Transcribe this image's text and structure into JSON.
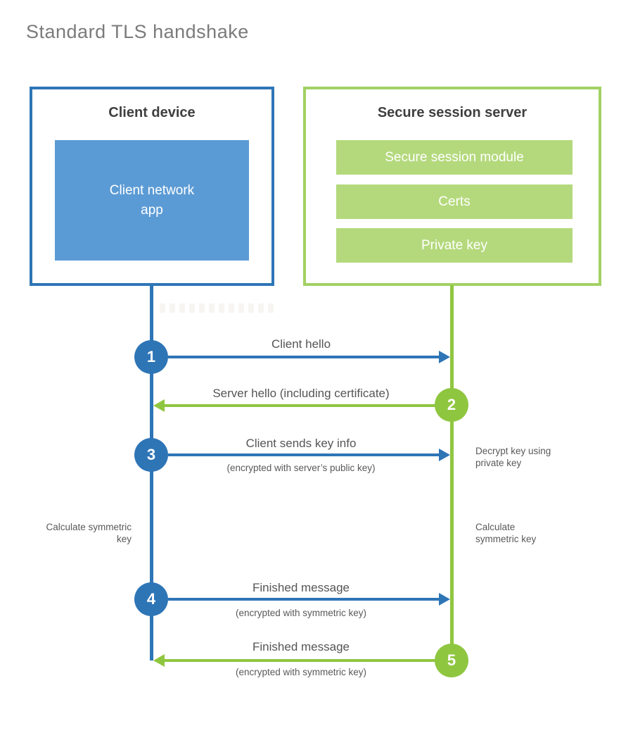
{
  "title": "Standard TLS handshake",
  "palette": {
    "blue_dark": "#2e75b6",
    "blue_fill": "#5b9bd5",
    "green_line": "#8fc640",
    "green_fill": "#b4d97c",
    "green_border": "#a2d164",
    "heading_text": "#3f3f3f",
    "label_text": "#595959",
    "title_text": "#7b7b7b"
  },
  "client_box": {
    "title": "Client device",
    "module": "Client network app"
  },
  "server_box": {
    "title": "Secure session server",
    "modules": [
      "Secure session module",
      "Certs",
      "Private key"
    ]
  },
  "steps": [
    {
      "num": "1",
      "from": "client",
      "label": "Client hello",
      "sublabel": ""
    },
    {
      "num": "2",
      "from": "server",
      "label": "Server hello (including certificate)",
      "sublabel": ""
    },
    {
      "num": "3",
      "from": "client",
      "label": "Client sends key info",
      "sublabel": "(encrypted with server’s public key)"
    },
    {
      "num": "4",
      "from": "client",
      "label": "Finished message",
      "sublabel": "(encrypted with symmetric key)"
    },
    {
      "num": "5",
      "from": "server",
      "label": "Finished message",
      "sublabel": "(encrypted with symmetric key)"
    }
  ],
  "annotations": {
    "decrypt_note": "Decrypt key using private key",
    "calc_left_note": "Calculate symmetric key",
    "calc_right_note": "Calculate symmetric key"
  }
}
